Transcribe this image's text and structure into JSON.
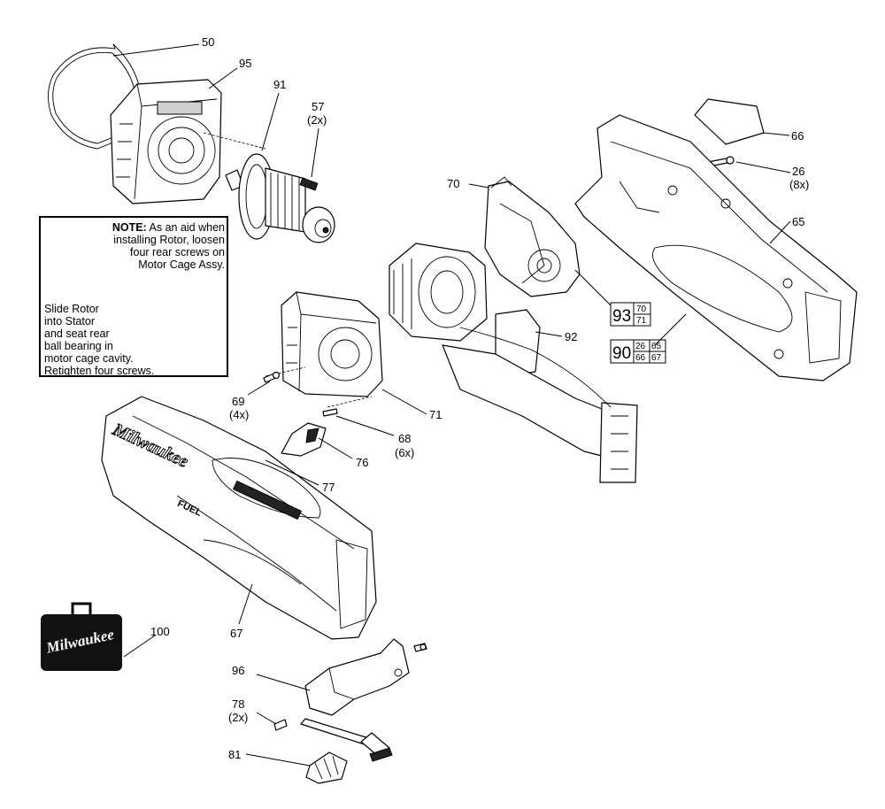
{
  "note": {
    "heading": "NOTE:",
    "line1": "As an aid when",
    "line2": "installing Rotor, loosen",
    "line3": "four rear screws on",
    "line4": "Motor Cage Assy.",
    "line5": "Slide Rotor",
    "line6": "into Stator",
    "line7": "and seat rear",
    "line8": "ball bearing in",
    "line9": "motor cage cavity.",
    "line10": "Retighten four screws."
  },
  "brand": {
    "tool_logo": "Milwaukee",
    "case_logo": "Milwaukee",
    "fuel_mark": "FUEL"
  },
  "callouts": {
    "c50": {
      "num": "50"
    },
    "c95": {
      "num": "95"
    },
    "c91": {
      "num": "91"
    },
    "c57": {
      "num": "57",
      "qty": "(2x)"
    },
    "c66": {
      "num": "66"
    },
    "c26": {
      "num": "26",
      "qty": "(8x)"
    },
    "c70": {
      "num": "70"
    },
    "c65": {
      "num": "65"
    },
    "c93": {
      "num": "93",
      "sub": [
        "70",
        "71"
      ]
    },
    "c92": {
      "num": "92"
    },
    "c90": {
      "num": "90",
      "sub": [
        "26",
        "65",
        "66",
        "67"
      ]
    },
    "c69": {
      "num": "69",
      "qty": "(4x)"
    },
    "c71": {
      "num": "71"
    },
    "c68": {
      "num": "68",
      "qty": "(6x)"
    },
    "c76": {
      "num": "76"
    },
    "c77": {
      "num": "77"
    },
    "c100": {
      "num": "100"
    },
    "c67": {
      "num": "67"
    },
    "c96": {
      "num": "96"
    },
    "c78": {
      "num": "78",
      "qty": "(2x)"
    },
    "c81": {
      "num": "81"
    }
  },
  "colors": {
    "line": "#000000",
    "highlight": "#e8413a",
    "background": "#ffffff"
  }
}
